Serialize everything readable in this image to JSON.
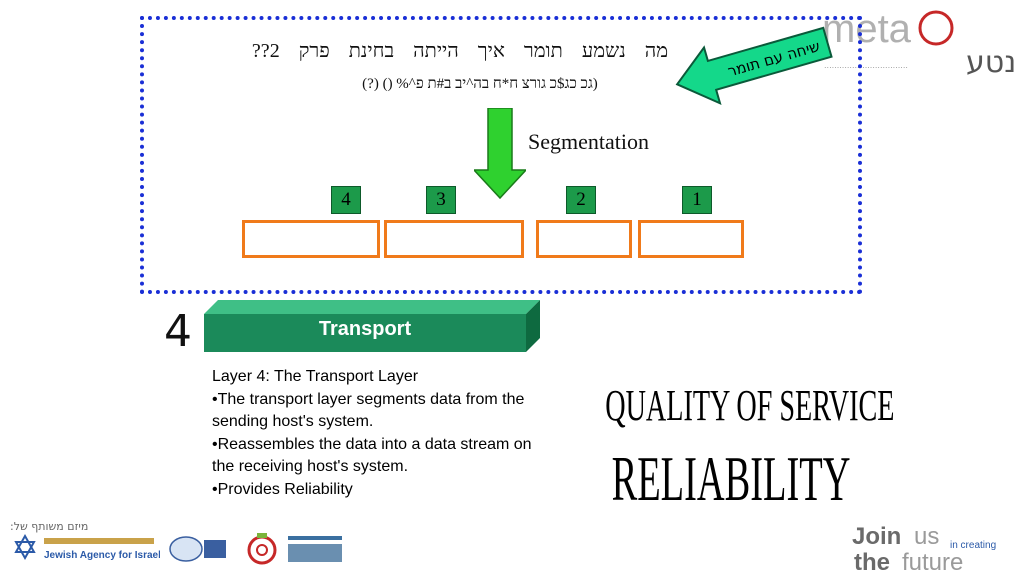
{
  "header": {
    "hebrew_line1": "מה נשמע     תומר איך     הייתה בחינת     פרק 2??",
    "hebrew_line2": "(גכ כג$כ גורצ ח*ח בה^יב ב#ת פ^% () (?)",
    "callout_text": "שיחה עם תומר"
  },
  "diagram": {
    "segmentation_label": "Segmentation",
    "segment_numbers": [
      "4",
      "3",
      "2",
      "1"
    ]
  },
  "layer": {
    "number": "4",
    "name": "Transport",
    "desc_title": "Layer 4: The Transport Layer",
    "bullets": [
      "•The transport layer segments data from the sending host's system.",
      "•Reassembles the data into a data stream on the receiving host's system.",
      "•Provides Reliability"
    ]
  },
  "keywords": {
    "qos": "QUALITY OF SERVICE",
    "reliability": "RELIABILITY"
  },
  "footer": {
    "credit": "מיזם משותף של:",
    "jewish_agency": "Jewish Agency for Israel",
    "joinus_word1": "Join",
    "joinus_word2": "us",
    "increating": "in creating",
    "the": "the",
    "future": "future"
  },
  "logo": {
    "meta": "meta",
    "hebrew": "נטע"
  },
  "colors": {
    "dotted_border": "#1a2fd6",
    "segment_border": "#f07a1a",
    "number_box": "#1c9a4a",
    "transport_bar": "#1b8a5a",
    "arrow_green": "#2fd12f"
  }
}
